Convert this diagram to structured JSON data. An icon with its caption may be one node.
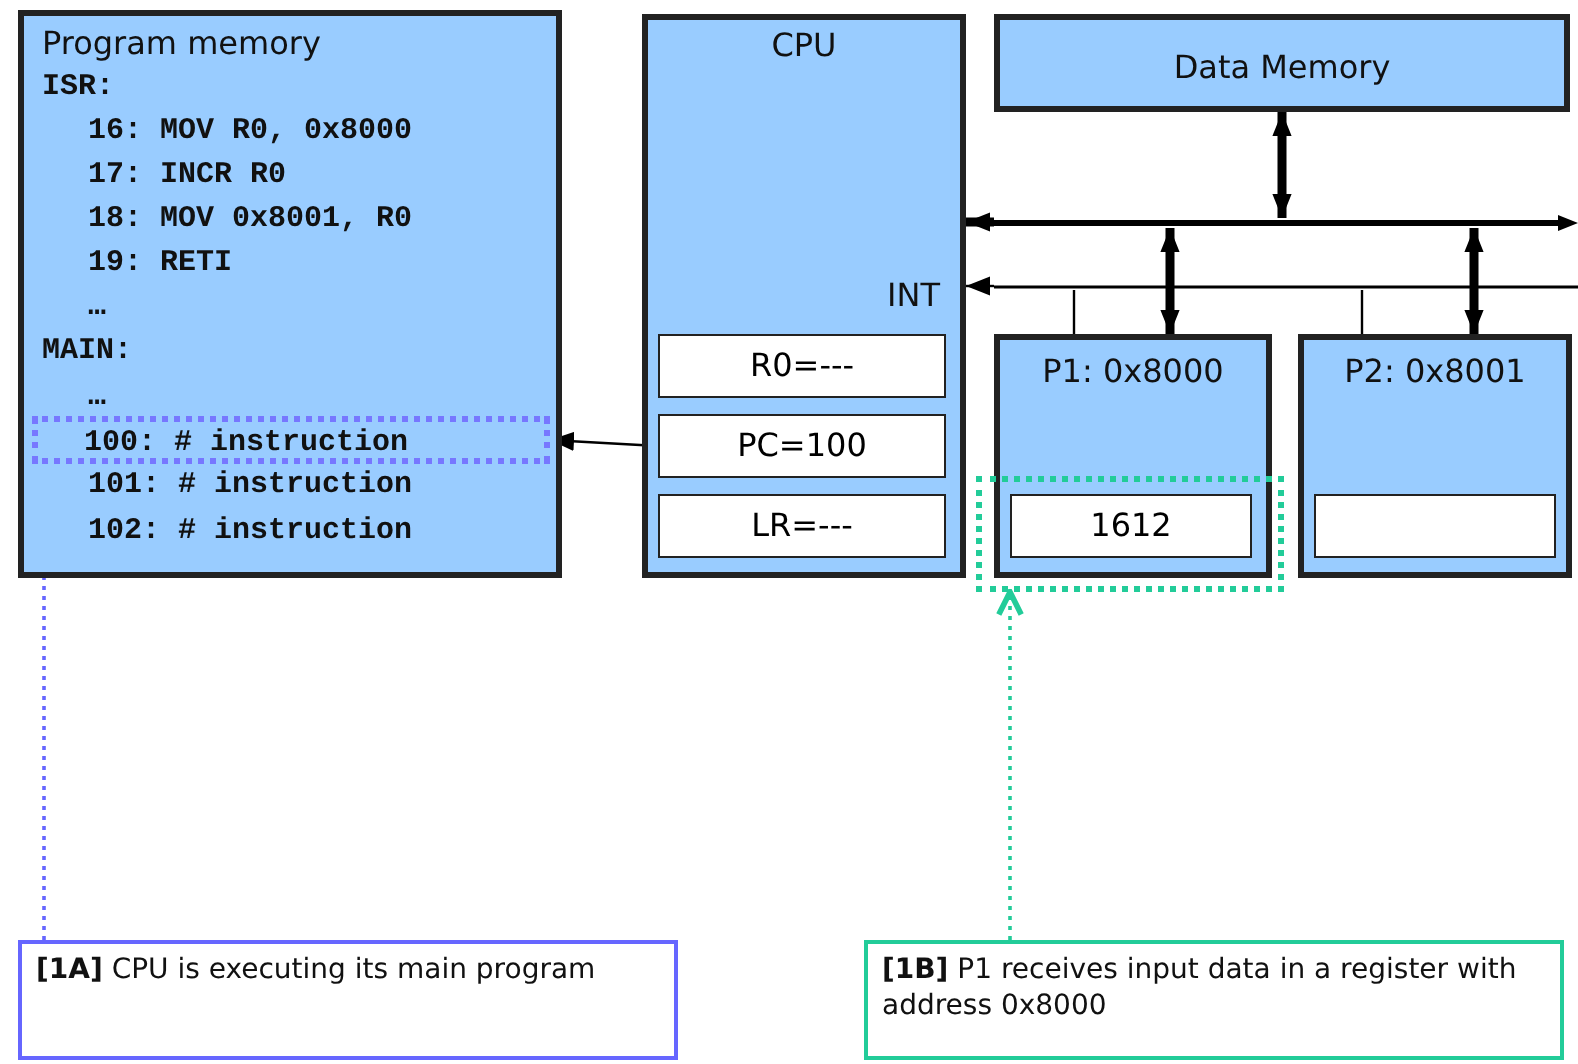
{
  "diagram": {
    "nodes": [
      {
        "text": [
          "Program memory",
          "ISR:",
          "16: MOV R0, 0x8000",
          "17: INCR R0",
          "18: MOV 0x8001, R0",
          "19: RETI",
          "…",
          "MAIN:",
          "…",
          "101: # instruction",
          "102: # instruction"
        ]
      },
      {
        "text": [
          "100: # instruction"
        ],
        "in": 0
      },
      {
        "text": [
          "CPU",
          "INT"
        ]
      },
      {
        "text": [
          "R0=---"
        ],
        "in": 2
      },
      {
        "text": [
          "PC=100"
        ],
        "in": 2
      },
      {
        "text": [
          "LR=---"
        ],
        "in": 2
      },
      {
        "text": [
          "Data Memory"
        ]
      },
      {
        "text": [],
        "shape": "bar"
      },
      {
        "text": [],
        "shape": "bar"
      },
      {
        "text": [
          "P1: 0x8000"
        ]
      },
      {
        "text": [
          "1612"
        ]
      },
      {
        "text": [],
        "shape": "box"
      },
      {
        "text": [
          "P2: 0x8001"
        ]
      },
      {
        "text": [],
        "shape": "box",
        "in": 12
      },
      {
        "text": [
          "**[1A]** CPU is executing its main program"
        ]
      },
      {
        "text": [
          "**[1B]** P1 receives input data in a register with address 0x8000"
        ]
      }
    ],
    "edges": [
      {
        "from": 4,
        "to": 1,
        "arrow": "to"
      },
      {
        "from": 7,
        "to": 2,
        "arrow": "to",
        "style": "thick"
      },
      {
        "from": 6,
        "to": 7,
        "arrow": "both",
        "style": "thick"
      },
      {
        "from": 7,
        "to": 9,
        "arrow": "both",
        "style": "thick"
      },
      {
        "from": 7,
        "to": 12,
        "arrow": "both",
        "style": "thick"
      },
      {
        "from": 8,
        "to": 2,
        "arrow": "to"
      },
      {
        "from": 9,
        "to": 8,
        "arrow": "none"
      },
      {
        "from": 12,
        "to": 8,
        "arrow": "none"
      },
      {
        "from": 14,
        "to": 1,
        "arrow": "to",
        "style": "dashed",
        "color": "#6666ff"
      },
      {
        "from": 15,
        "to": 11,
        "arrow": "to",
        "style": "dashed",
        "color": "#22cc99"
      }
    ]
  }
}
